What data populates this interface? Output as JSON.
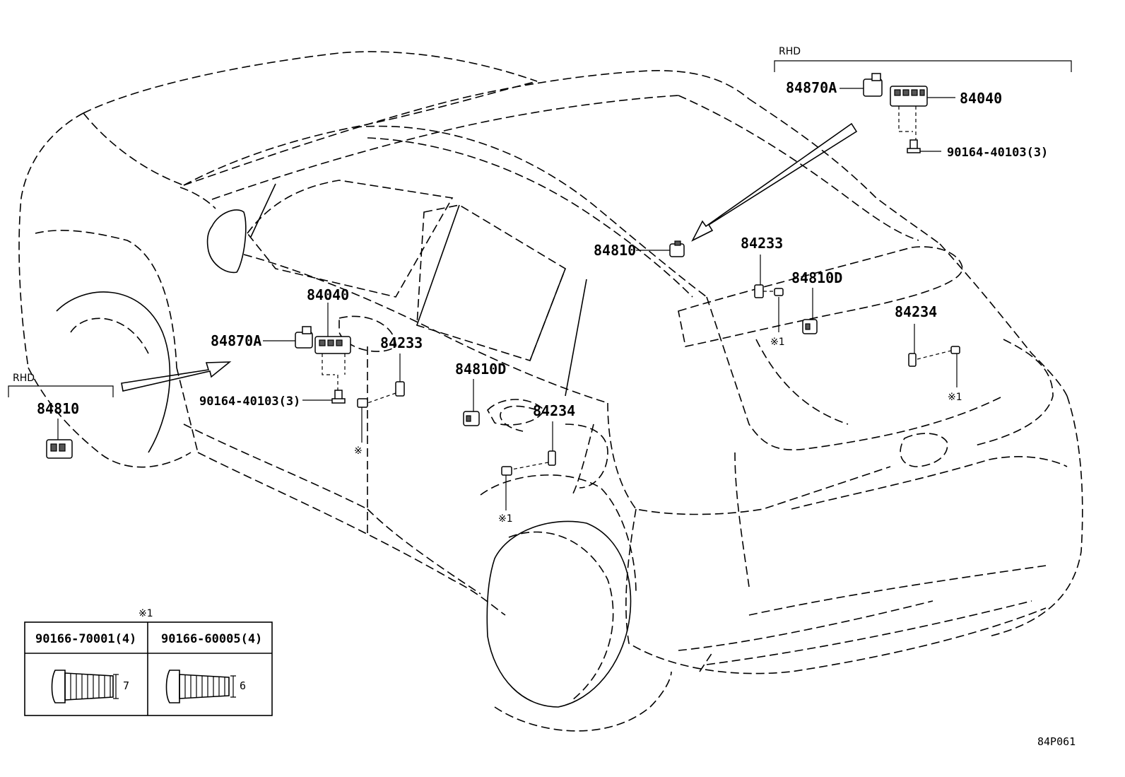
{
  "diagram": {
    "rhd_label": "RHD",
    "ref_code": "84P061",
    "note_mark": "※1",
    "callouts": {
      "p84870A_top": "84870A",
      "p84040_top": "84040",
      "p90164_top": "90164-40103(3)",
      "p84810_mid": "84810",
      "p84233_right": "84233",
      "p84810D_right": "84810D",
      "p84234_right": "84234",
      "p84040_left": "84040",
      "p84870A_left": "84870A",
      "p84233_left": "84233",
      "p90164_left": "90164-40103(3)",
      "p84810D_mid": "84810D",
      "p84234_mid": "84234",
      "p84810_left": "84810"
    },
    "markers": {
      "m_right_1": "※1",
      "m_rear_1": "※1",
      "m_left": "※",
      "m_mid_1": "※1"
    },
    "table": {
      "header_mark": "※1",
      "col1_part": "90166-70001(4)",
      "col2_part": "90166-60005(4)",
      "col1_dim": "7",
      "col2_dim": "6"
    }
  }
}
